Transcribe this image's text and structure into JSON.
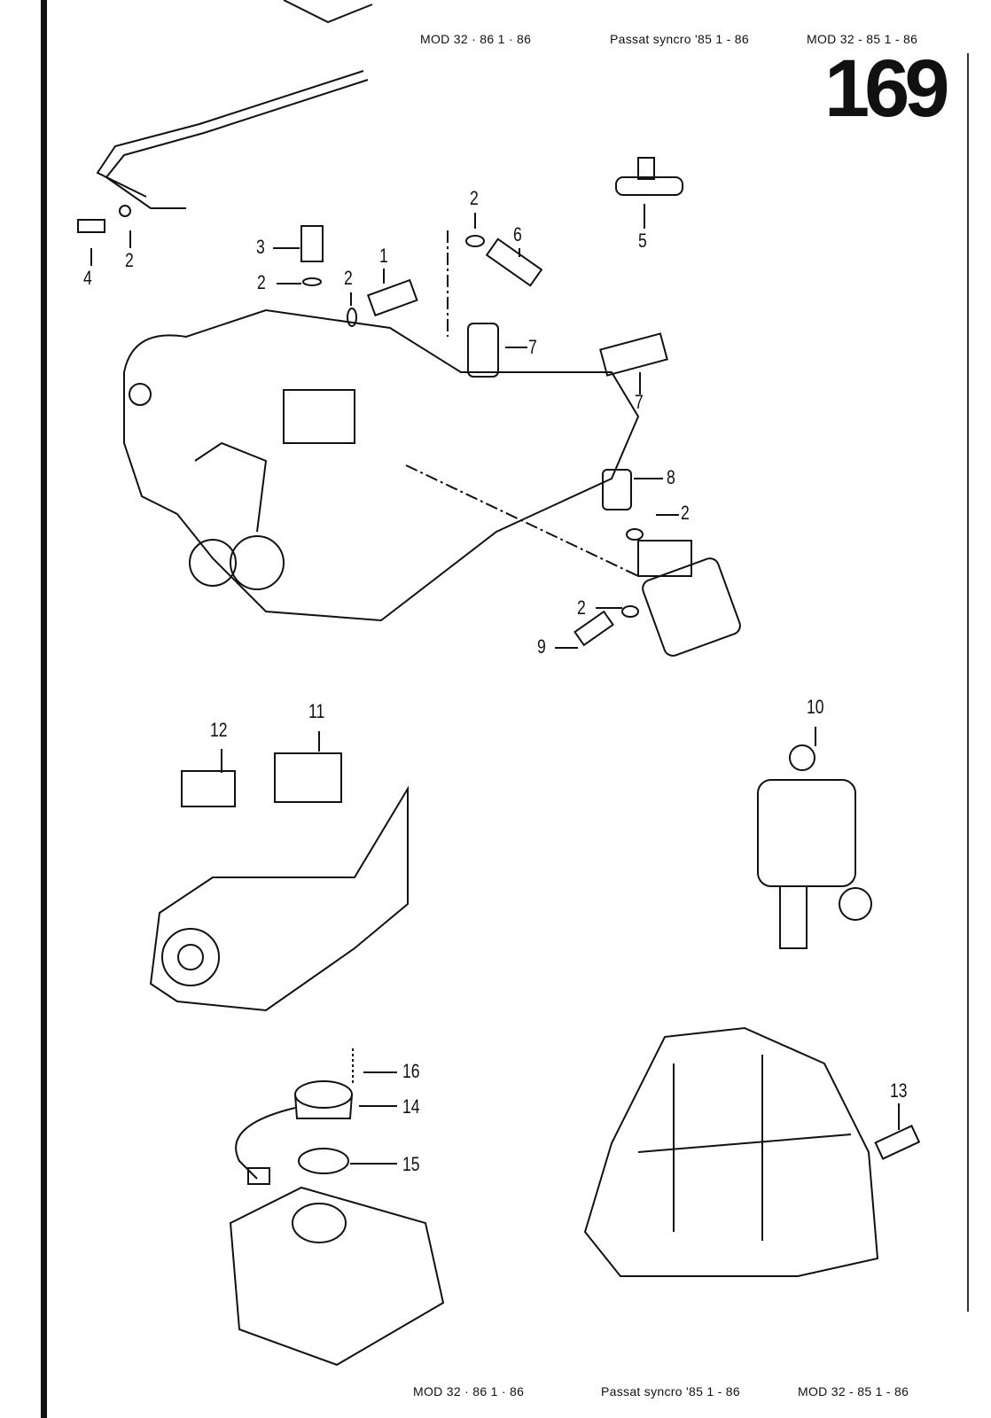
{
  "header": {
    "left": "MOD 32 · 86   1 · 86",
    "center": "Passat syncro '85 1 - 86",
    "right": "MOD 32 - 85   1 - 86"
  },
  "page_number": "169",
  "footer": {
    "left": "MOD 32 · 86   1 · 86",
    "center": "Passat syncro '85 1 - 86",
    "right": "MOD 32 - 85   1 - 86"
  },
  "callouts": [
    "2",
    "6",
    "4",
    "2",
    "3",
    "1",
    "2",
    "2",
    "5",
    "7",
    "7",
    "8",
    "2",
    "2",
    "9",
    "10",
    "11",
    "12",
    "13",
    "16",
    "14",
    "15"
  ]
}
